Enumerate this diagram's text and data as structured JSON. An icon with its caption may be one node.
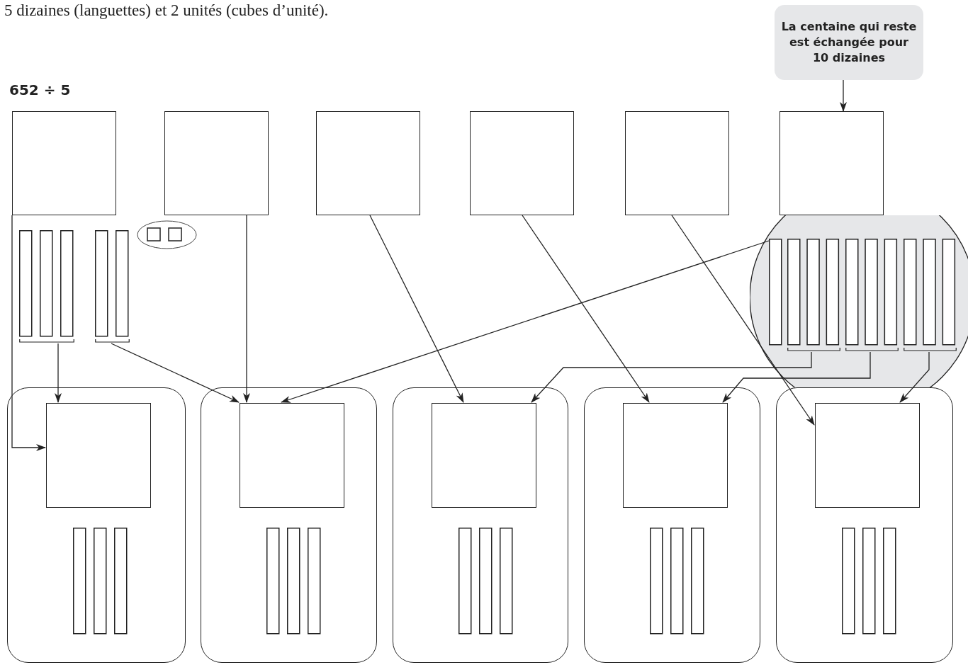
{
  "diagram": {
    "nodes": [
      {
        "text": [
          "La centaine qui reste est échangée pour 10 dizaines"
        ]
      },
      {
        "text": [],
        "shape": "box"
      },
      {
        "text": [],
        "shape": "box"
      },
      {
        "text": [],
        "shape": "box"
      },
      {
        "text": [],
        "shape": "box"
      },
      {
        "text": [],
        "shape": "box"
      },
      {
        "text": [],
        "shape": "box"
      },
      {
        "text": [],
        "shape": "bar"
      },
      {
        "text": [],
        "shape": "bar"
      },
      {
        "text": [],
        "shape": "circle"
      },
      {
        "text": [],
        "shape": "bar",
        "in": 9
      },
      {
        "text": [],
        "shape": "bar",
        "in": 9
      },
      {
        "text": [],
        "shape": "bar",
        "in": 9
      },
      {
        "text": [],
        "shape": "bar",
        "in": 9
      },
      {
        "text": [],
        "shape": "box"
      },
      {
        "text": [],
        "shape": "box",
        "in": 14
      },
      {
        "text": [],
        "shape": "bar",
        "in": 14
      },
      {
        "text": [],
        "shape": "box"
      },
      {
        "text": [],
        "shape": "box",
        "in": 17
      },
      {
        "text": [],
        "shape": "bar",
        "in": 17
      },
      {
        "text": [],
        "shape": "box"
      },
      {
        "text": [],
        "shape": "box",
        "in": 20
      },
      {
        "text": [],
        "shape": "bar",
        "in": 20
      },
      {
        "text": [],
        "shape": "box"
      },
      {
        "text": [],
        "shape": "box",
        "in": 23
      },
      {
        "text": [],
        "shape": "bar",
        "in": 23
      },
      {
        "text": [],
        "shape": "box"
      },
      {
        "text": [],
        "shape": "box",
        "in": 26
      },
      {
        "text": [],
        "shape": "bar",
        "in": 26
      }
    ],
    "edges": [
      {
        "from": 0,
        "to": 6,
        "arrow": "to"
      },
      {
        "from": 1,
        "to": 15,
        "arrow": "to"
      },
      {
        "from": 7,
        "to": 15,
        "arrow": "to"
      },
      {
        "from": 8,
        "to": 18,
        "arrow": "to"
      },
      {
        "from": 2,
        "to": 18,
        "arrow": "to"
      },
      {
        "from": 10,
        "to": 18,
        "arrow": "to"
      },
      {
        "from": 3,
        "to": 21,
        "arrow": "to"
      },
      {
        "from": 11,
        "to": 21,
        "arrow": "to"
      },
      {
        "from": 4,
        "to": 24,
        "arrow": "to"
      },
      {
        "from": 12,
        "to": 24,
        "arrow": "to"
      },
      {
        "from": 5,
        "to": 27,
        "arrow": "to"
      },
      {
        "from": 13,
        "to": 27,
        "arrow": "to"
      }
    ],
    "labels": [
      "5 dizaines (languettes) et 2 unités (cubes d’unité).",
      "652 ÷ 5"
    ]
  }
}
